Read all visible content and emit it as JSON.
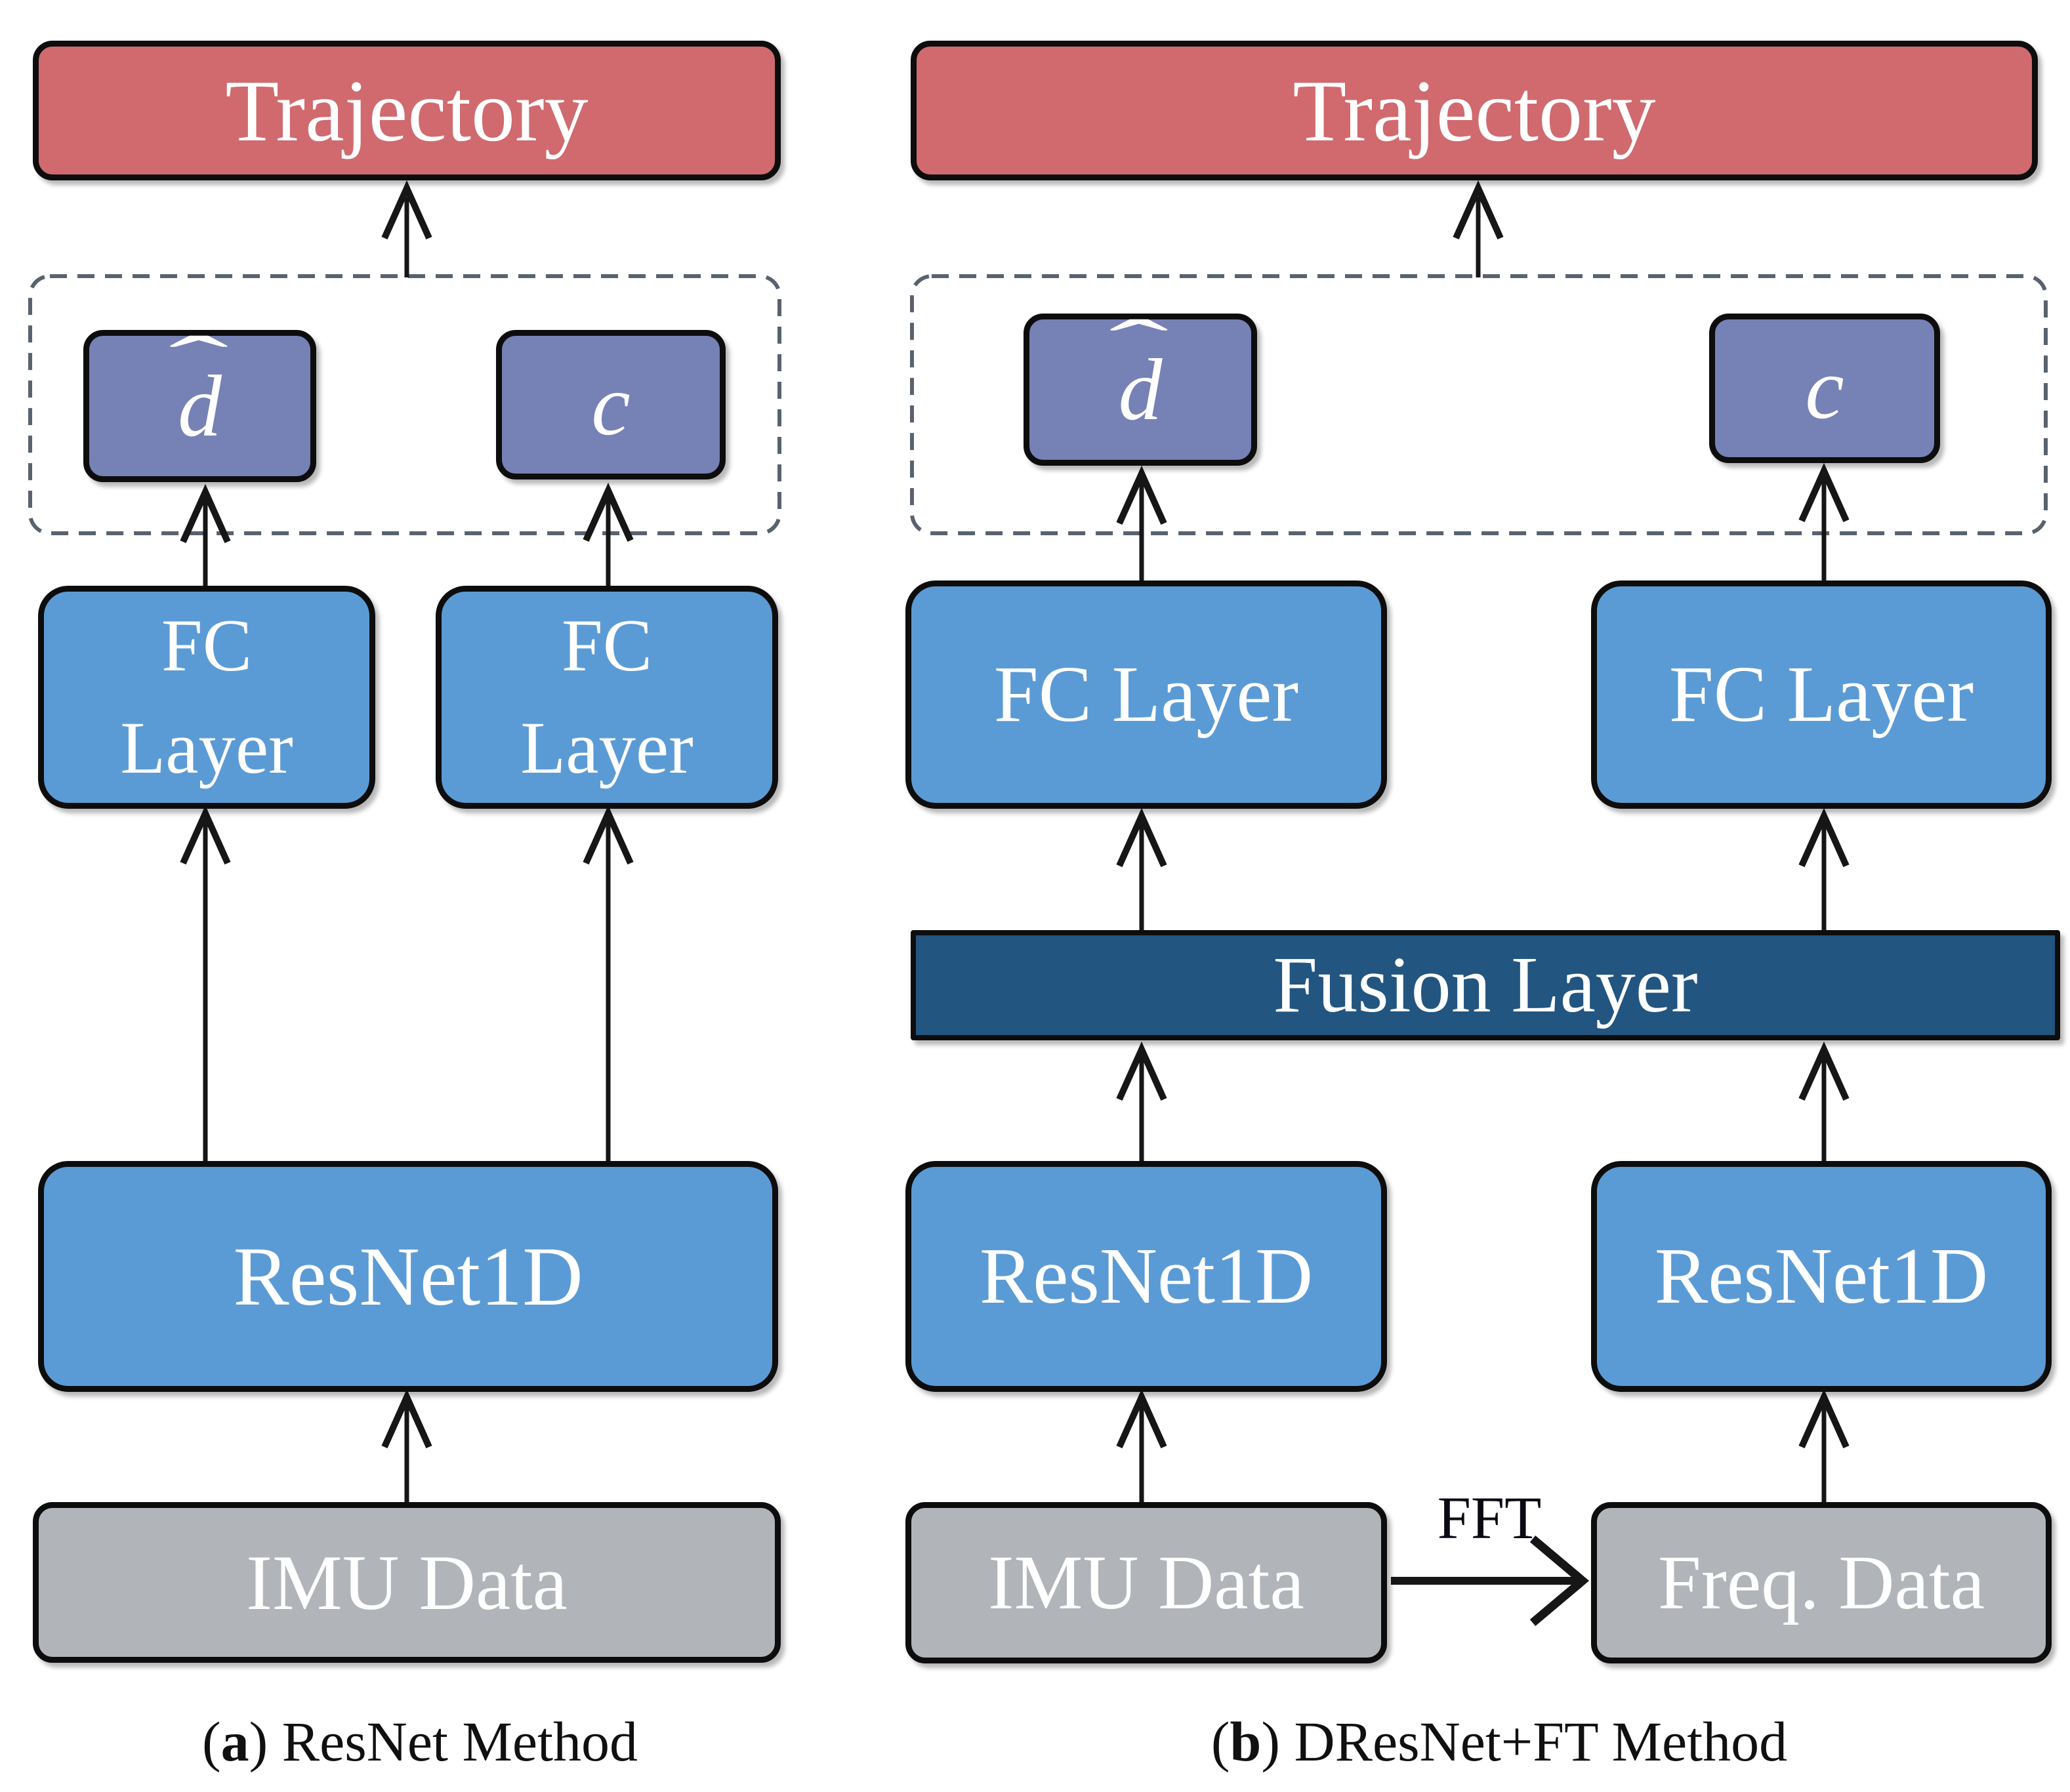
{
  "colors": {
    "trajectory_red": "#d06a6e",
    "layer_blue": "#5b9bd5",
    "output_purple": "#7681b5",
    "fusion_navy": "#225580",
    "data_gray": "#b1b4b8",
    "border_black": "#0d0d0d",
    "dashed_border_gray": "#59626e",
    "text_white": "#ffffff",
    "text_black": "#101010"
  },
  "panel_a": {
    "trajectory": "Trajectory",
    "dhat": {
      "base": "d",
      "hat": "ˆ"
    },
    "c": "c",
    "fc1": {
      "line1": "FC",
      "line2": "Layer"
    },
    "fc2": {
      "line1": "FC",
      "line2": "Layer"
    },
    "resnet": "ResNet1D",
    "imu": "IMU Data",
    "caption": {
      "open": "(",
      "letter": "a",
      "rest": ") ResNet Method"
    }
  },
  "panel_b": {
    "trajectory": "Trajectory",
    "dhat": {
      "base": "d",
      "hat": "ˆ"
    },
    "c": "c",
    "fc1": "FC Layer",
    "fc2": "FC Layer",
    "fusion": "Fusion Layer",
    "resnet1": "ResNet1D",
    "resnet2": "ResNet1D",
    "imu": "IMU Data",
    "fft": "FFT",
    "freq": "Freq. Data",
    "caption": {
      "open": "(",
      "letter": "b",
      "rest": ") DResNet+FT Method"
    }
  }
}
